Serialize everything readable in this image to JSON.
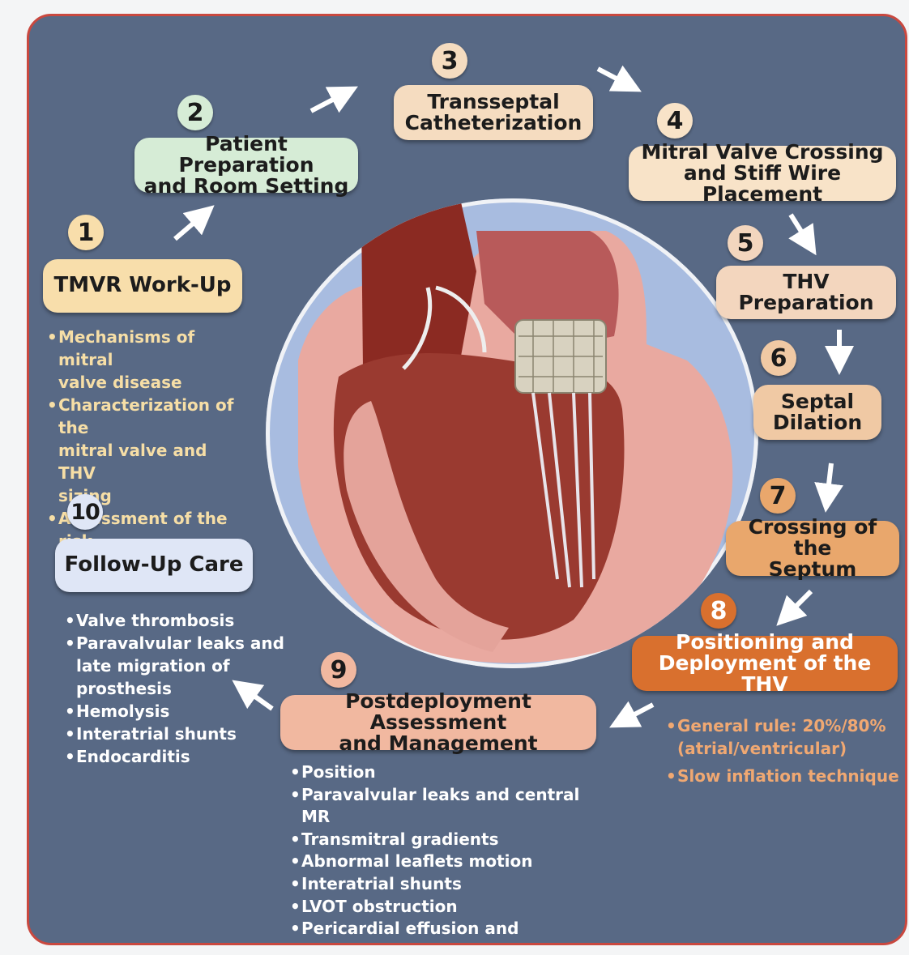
{
  "colors": {
    "panel_bg": "#586985",
    "panel_border": "#c9483f",
    "step1": "#f8deab",
    "step2": "#d6ecd6",
    "step3": "#f5dcc0",
    "step4": "#f8e3c8",
    "step5": "#f3d6be",
    "step6": "#f0c9a4",
    "step7": "#e9a76c",
    "step8": "#d9702e",
    "step9": "#f1b8a0",
    "step10": "#dfe6f6",
    "yellow_text": "#f6dea6",
    "white_text": "#ffffff",
    "orange_text": "#f0a872"
  },
  "steps": [
    {
      "num": "1",
      "label": "TMVR Work-Up"
    },
    {
      "num": "2",
      "label": "Patient Preparation\nand Room Setting"
    },
    {
      "num": "3",
      "label": "Transseptal\nCatheterization"
    },
    {
      "num": "4",
      "label": "Mitral Valve Crossing\nand Stiff Wire Placement"
    },
    {
      "num": "5",
      "label": "THV Preparation"
    },
    {
      "num": "6",
      "label": "Septal\nDilation"
    },
    {
      "num": "7",
      "label": "Crossing of the\nSeptum"
    },
    {
      "num": "8",
      "label": "Positioning and\nDeployment of the THV"
    },
    {
      "num": "9",
      "label": "Postdeployment Assessment\nand Management"
    },
    {
      "num": "10",
      "label": "Follow-Up Care"
    }
  ],
  "workup_bullets": [
    "Mechanisms of mitral\nvalve disease",
    "Characterization of the\nmitral valve and THV\nsizing",
    "Assessment of the risk\nof LVOT obstruction"
  ],
  "followup_bullets": [
    "Valve thrombosis",
    "Paravalvular leaks and\nlate migration of prosthesis",
    "Hemolysis",
    "Interatrial shunts",
    "Endocarditis"
  ],
  "post_bullets": [
    "Position",
    "Paravalvular leaks and central MR",
    "Transmitral gradients",
    "Abnormal leaflets motion",
    "Interatrial shunts",
    "LVOT obstruction",
    "Pericardial effusion and tamponade"
  ],
  "deploy_bullets": [
    "General rule: 20%/80%\n(atrial/ventricular)",
    "Slow inflation technique"
  ]
}
